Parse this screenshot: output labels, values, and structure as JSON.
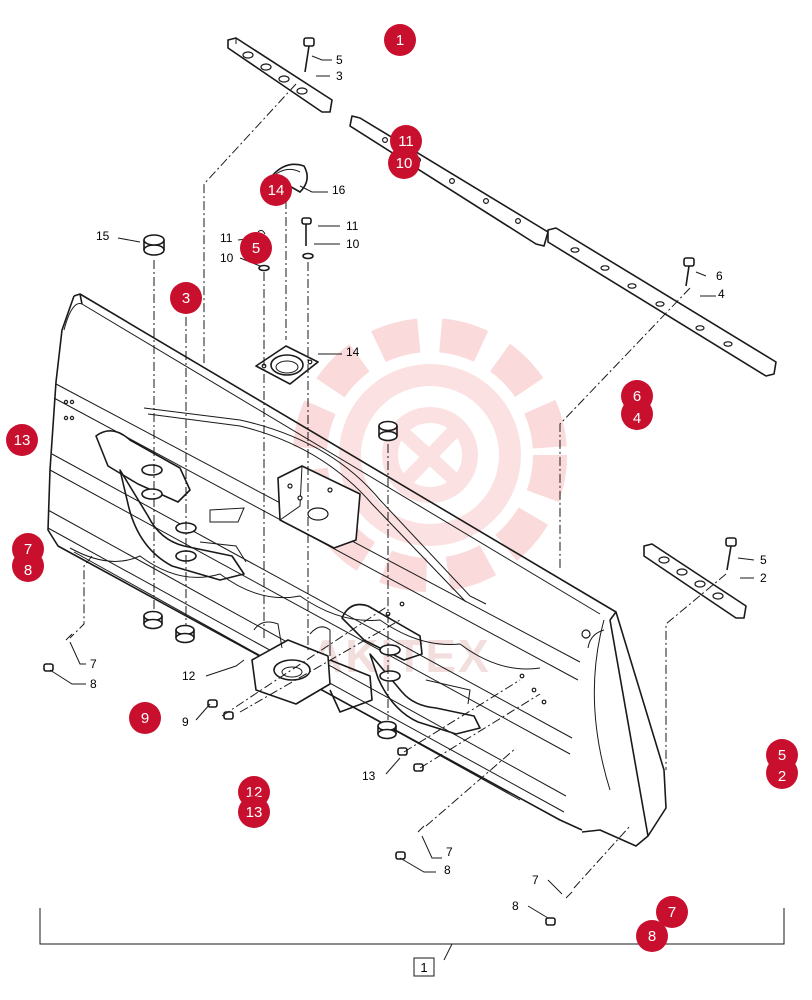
{
  "diagram": {
    "assembly_ref": "1",
    "callouts": [
      {
        "id": "c5a",
        "text": "5"
      },
      {
        "id": "c3a",
        "text": "3"
      },
      {
        "id": "c16",
        "text": "16"
      },
      {
        "id": "c15",
        "text": "15"
      },
      {
        "id": "c11a",
        "text": "11"
      },
      {
        "id": "c10a",
        "text": "10"
      },
      {
        "id": "c11b",
        "text": "11"
      },
      {
        "id": "c10b",
        "text": "10"
      },
      {
        "id": "c14",
        "text": "14"
      },
      {
        "id": "c6",
        "text": "6"
      },
      {
        "id": "c4",
        "text": "4"
      },
      {
        "id": "c5b",
        "text": "5"
      },
      {
        "id": "c2",
        "text": "2"
      },
      {
        "id": "c7a",
        "text": "7"
      },
      {
        "id": "c8a",
        "text": "8"
      },
      {
        "id": "c12",
        "text": "12"
      },
      {
        "id": "c9",
        "text": "9"
      },
      {
        "id": "c13",
        "text": "13"
      },
      {
        "id": "c7b",
        "text": "7"
      },
      {
        "id": "c8b",
        "text": "8"
      },
      {
        "id": "c7c",
        "text": "7"
      },
      {
        "id": "c8c",
        "text": "8"
      }
    ],
    "markers": [
      {
        "id": "m1",
        "text": "1"
      },
      {
        "id": "m11",
        "text": "11"
      },
      {
        "id": "m10",
        "text": "10"
      },
      {
        "id": "m14",
        "text": "14"
      },
      {
        "id": "m5a",
        "text": "5"
      },
      {
        "id": "m3",
        "text": "3"
      },
      {
        "id": "m13a",
        "text": "13"
      },
      {
        "id": "m4",
        "text": "4"
      },
      {
        "id": "m6",
        "text": "6"
      },
      {
        "id": "m8a",
        "text": "8"
      },
      {
        "id": "m7a",
        "text": "7"
      },
      {
        "id": "m9",
        "text": "9"
      },
      {
        "id": "m2",
        "text": "2"
      },
      {
        "id": "m5b",
        "text": "5"
      },
      {
        "id": "m12",
        "text": "12"
      },
      {
        "id": "m13b",
        "text": "13"
      },
      {
        "id": "m7b",
        "text": "7"
      },
      {
        "id": "m8b",
        "text": "8"
      }
    ],
    "watermark_text": "AKITEX",
    "colors": {
      "marker": "#c8102e",
      "line": "#1a1a1a",
      "watermark": "#f6cccc"
    }
  }
}
